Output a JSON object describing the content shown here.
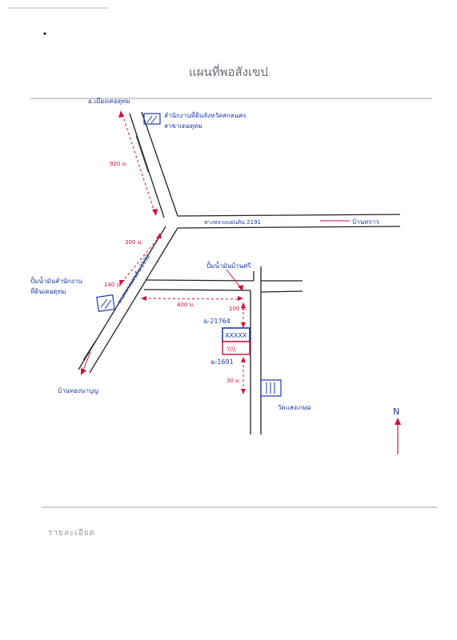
{
  "map": {
    "title": "แผนที่พอสังเขป",
    "details_label": "รายละเอียด",
    "north_label": "N",
    "places": {
      "top_left_destination": "อ.เมืองเคอดุทม",
      "land_office": "สำนักงานที่ดินจังหวัดสกลนคร",
      "land_office_line2": "สาขาเดอดุทม",
      "right_destination": "บ้านทราว",
      "main_road": "ทางหลวงแผ่นดิน 2191",
      "diagonal_road": "ทางหลวงแผ่นดิน 2192",
      "factory": "ปั้มน้ำมันบ้านศรี",
      "left_landmark": "ปั้มน้ำมันสำนักงาน",
      "left_landmark_line2": "ที่ดินเดอดุทม",
      "bottom_left_destination": "บ้านทองนาบุญ",
      "parcel_upper": "ฉ-21764",
      "parcel_lower": "ฉ-1691",
      "parcel_upper_marks": "XXXXX",
      "parcel_lower_marks": "\\\\\\\\",
      "temple": "วัดแสงเกษม"
    },
    "distances": {
      "top": "920 ม.",
      "mid": "300 ม.",
      "left": "140 ม.",
      "horizontal": "400 ม.",
      "right_down": "100 ม.",
      "bottom": "30 ม."
    },
    "colors": {
      "road": "#222222",
      "annotation": "#d0103a",
      "label": "#1f3aa8",
      "rule": "#9aa0b0"
    }
  }
}
